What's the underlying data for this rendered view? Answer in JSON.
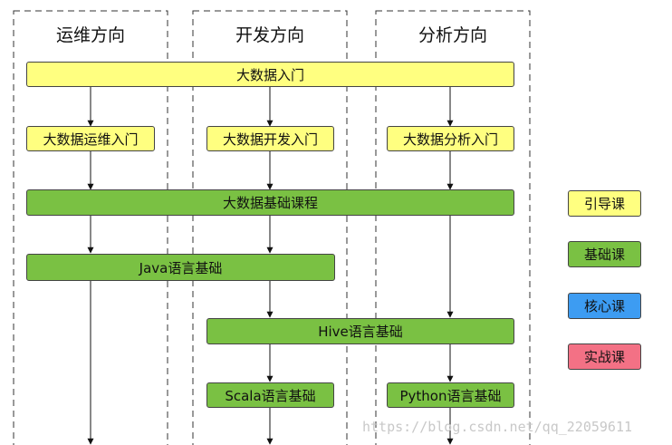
{
  "columns": {
    "ops": "运维方向",
    "dev": "开发方向",
    "analysis": "分析方向"
  },
  "nodes": {
    "intro": "大数据入门",
    "ops_intro": "大数据运维入门",
    "dev_intro": "大数据开发入门",
    "analysis_intro": "大数据分析入门",
    "foundation": "大数据基础课程",
    "java": "Java语言基础",
    "hive": "Hive语言基础",
    "scala": "Scala语言基础",
    "python": "Python语言基础"
  },
  "legend": {
    "guide": "引导课",
    "basic": "基础课",
    "core": "核心课",
    "practice": "实战课"
  },
  "colors": {
    "guide": "#ffff80",
    "basic": "#7ac143",
    "core": "#3d9cf2",
    "practice": "#f37185"
  },
  "watermark": "https://blog.csdn.net/qq_22059611"
}
